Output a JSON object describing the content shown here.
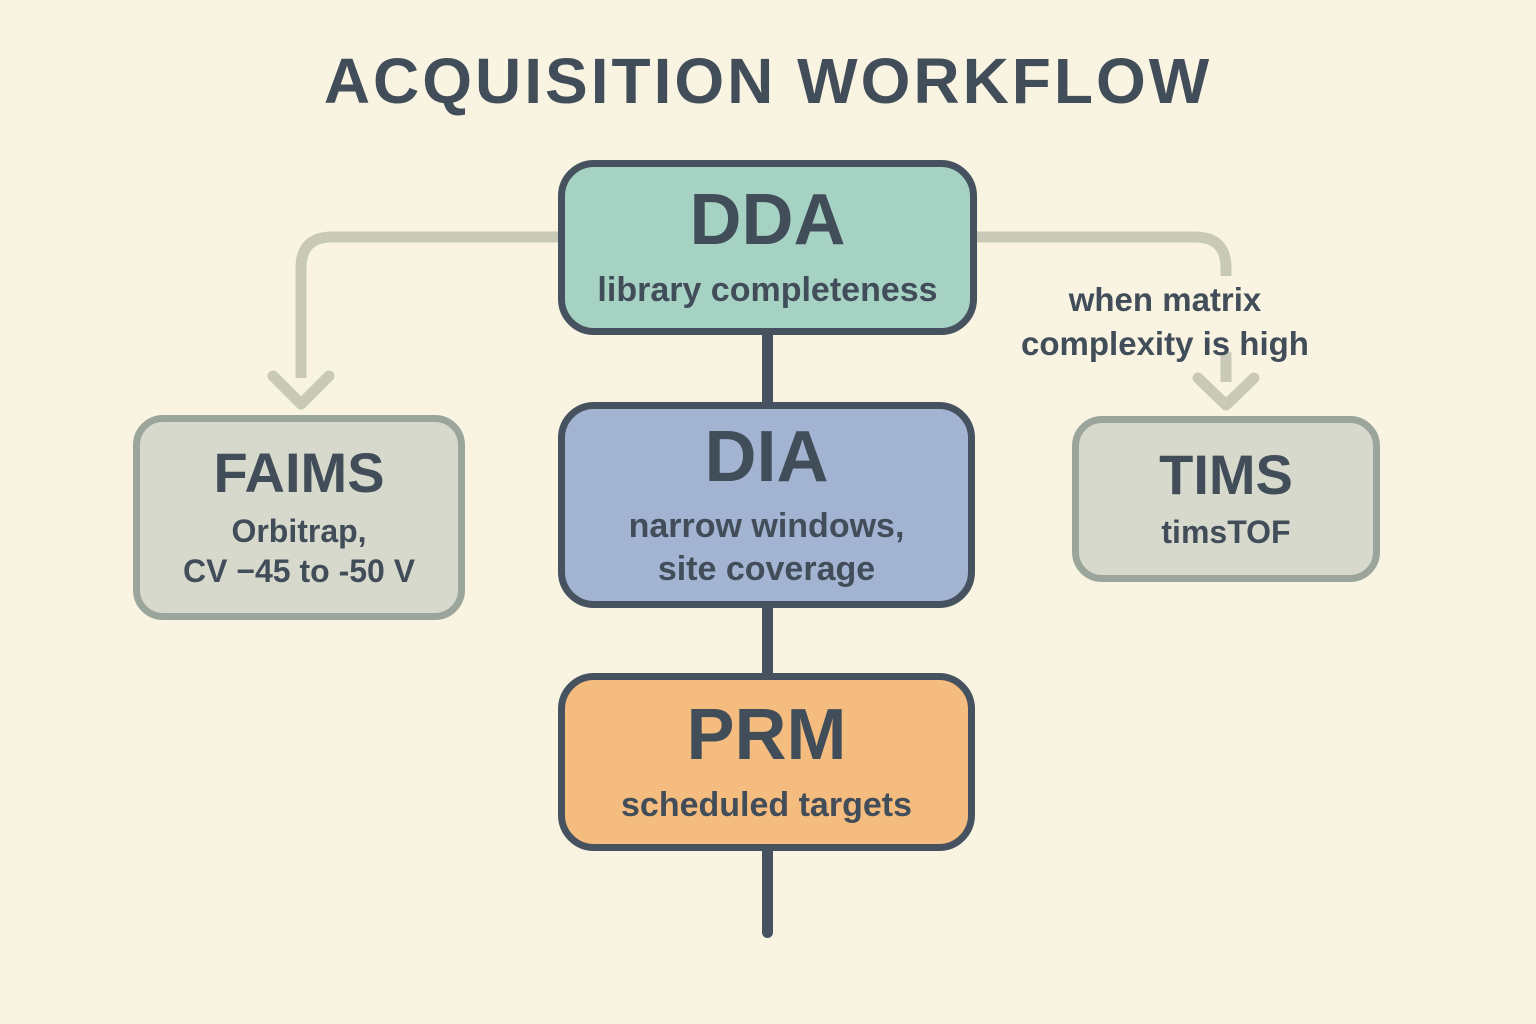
{
  "title": "ACQUISITION WORKFLOW",
  "colors": {
    "background": "#f9f4e2",
    "text": "#424d5a",
    "box_border": "#46525f",
    "dda_fill": "#a6d2c3",
    "dia_fill": "#a3b3d2",
    "prm_fill": "#f5bc7f",
    "side_fill": "#d6d9cb",
    "side_border": "#9ba59c",
    "connector_dark": "#46525f",
    "connector_light": "#c9c9b8"
  },
  "nodes": {
    "dda": {
      "label": "DDA",
      "sublines": [
        "library completeness"
      ]
    },
    "dia": {
      "label": "DIA",
      "sublines": [
        "narrow windows,",
        "site coverage"
      ]
    },
    "prm": {
      "label": "PRM",
      "sublines": [
        "scheduled targets"
      ]
    },
    "faims": {
      "label": "FAIMS",
      "sublines": [
        "Orbitrap,",
        "CV −45 to -50 V"
      ]
    },
    "tims": {
      "label": "TIMS",
      "sublines": [
        "timsTOF"
      ]
    }
  },
  "annotation": {
    "lines": [
      "when matrix",
      "complexity is high"
    ]
  }
}
